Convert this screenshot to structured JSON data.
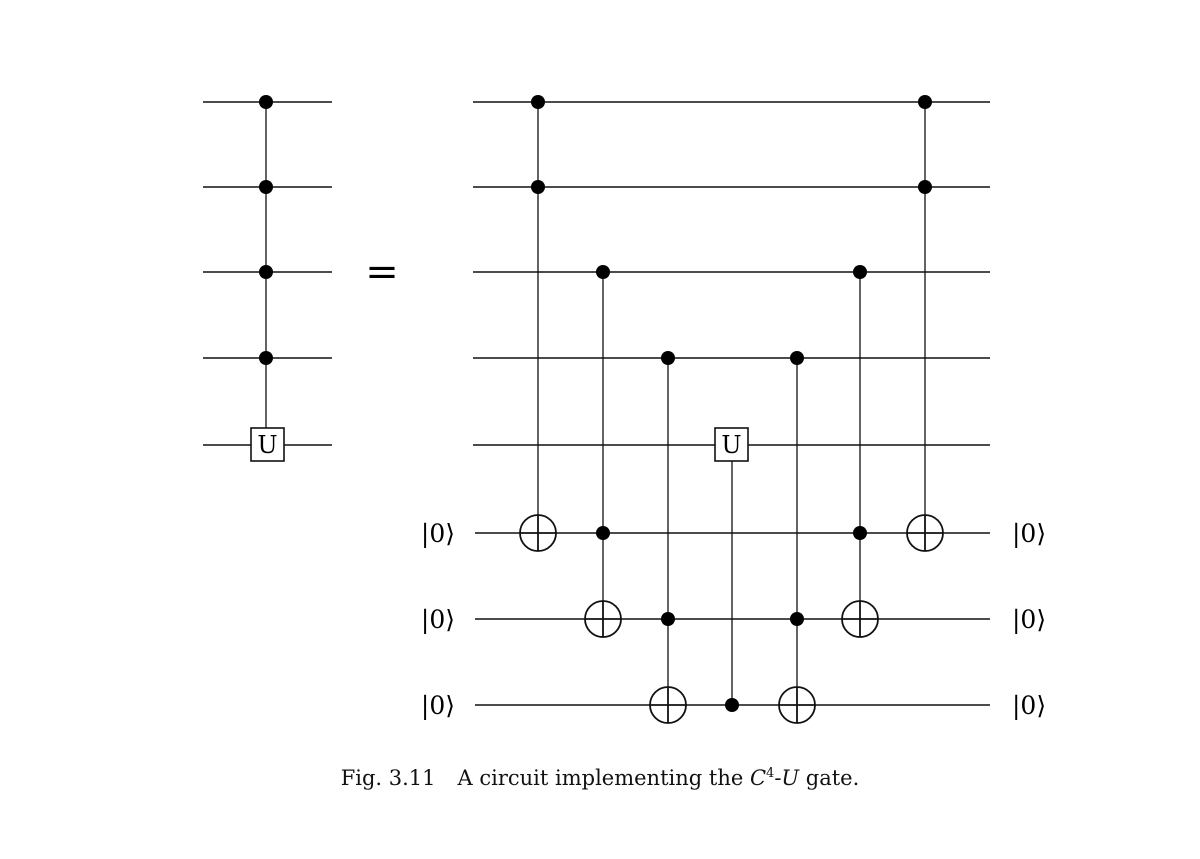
{
  "figure": {
    "gate_label": "U",
    "equals_sign": "=",
    "ancilla_labels_left": [
      "|0⟩",
      "|0⟩",
      "|0⟩"
    ],
    "ancilla_labels_right": [
      "|0⟩",
      "|0⟩",
      "|0⟩"
    ],
    "caption": {
      "number": "Fig. 3.11",
      "text_before": "A circuit implementing the ",
      "gate_symbol": "C",
      "gate_superscript": "4",
      "gate_suffix": "-U",
      "text_after": " gate."
    }
  }
}
